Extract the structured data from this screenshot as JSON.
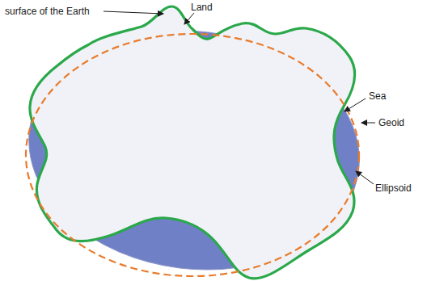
{
  "diagram": {
    "labels": [
      "surface of the Earth",
      "Land",
      "Sea",
      "Geoid",
      "Ellipsoid"
    ]
  }
}
